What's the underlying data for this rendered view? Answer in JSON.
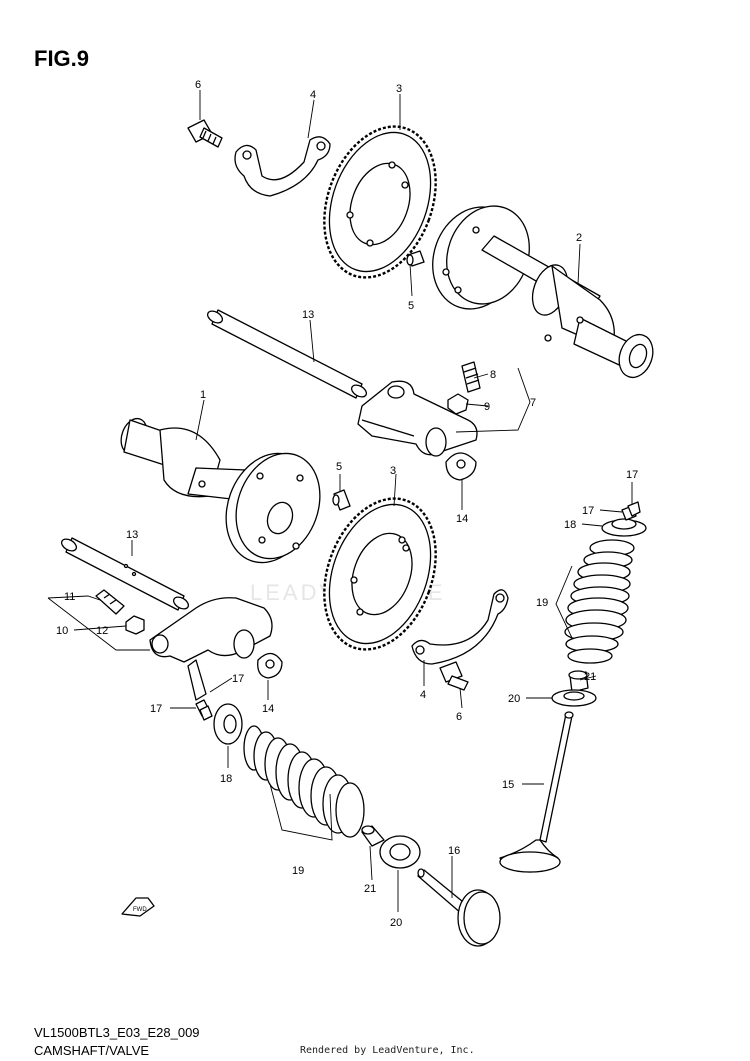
{
  "figure": {
    "title": "FIG.9",
    "code": "VL1500BTL3_E03_E28_009",
    "caption": "CAMSHAFT/VALVE",
    "watermark": "LEADVENTURE",
    "footer": "Rendered by LeadVenture, Inc.",
    "fwd_label": "FWD"
  },
  "callouts": [
    {
      "id": "6-top",
      "label": "6"
    },
    {
      "id": "4-top",
      "label": "4"
    },
    {
      "id": "3-top",
      "label": "3"
    },
    {
      "id": "2",
      "label": "2"
    },
    {
      "id": "5-top",
      "label": "5"
    },
    {
      "id": "13-top",
      "label": "13"
    },
    {
      "id": "8",
      "label": "8"
    },
    {
      "id": "9",
      "label": "9"
    },
    {
      "id": "7",
      "label": "7"
    },
    {
      "id": "1",
      "label": "1"
    },
    {
      "id": "5-mid",
      "label": "5"
    },
    {
      "id": "3-mid",
      "label": "3"
    },
    {
      "id": "14-right",
      "label": "14"
    },
    {
      "id": "17-right-a",
      "label": "17"
    },
    {
      "id": "17-right-b",
      "label": "17"
    },
    {
      "id": "18-right",
      "label": "18"
    },
    {
      "id": "13-left",
      "label": "13"
    },
    {
      "id": "11",
      "label": "11"
    },
    {
      "id": "10",
      "label": "10"
    },
    {
      "id": "12",
      "label": "12"
    },
    {
      "id": "19-right",
      "label": "19"
    },
    {
      "id": "17-left-a",
      "label": "17"
    },
    {
      "id": "17-left-b",
      "label": "17"
    },
    {
      "id": "14-left",
      "label": "14"
    },
    {
      "id": "4-bottom",
      "label": "4"
    },
    {
      "id": "6-bottom",
      "label": "6"
    },
    {
      "id": "21-right",
      "label": "21"
    },
    {
      "id": "20-right",
      "label": "20"
    },
    {
      "id": "18-left",
      "label": "18"
    },
    {
      "id": "15",
      "label": "15"
    },
    {
      "id": "16",
      "label": "16"
    },
    {
      "id": "19-left",
      "label": "19"
    },
    {
      "id": "21-left",
      "label": "21"
    },
    {
      "id": "20-left",
      "label": "20"
    }
  ]
}
